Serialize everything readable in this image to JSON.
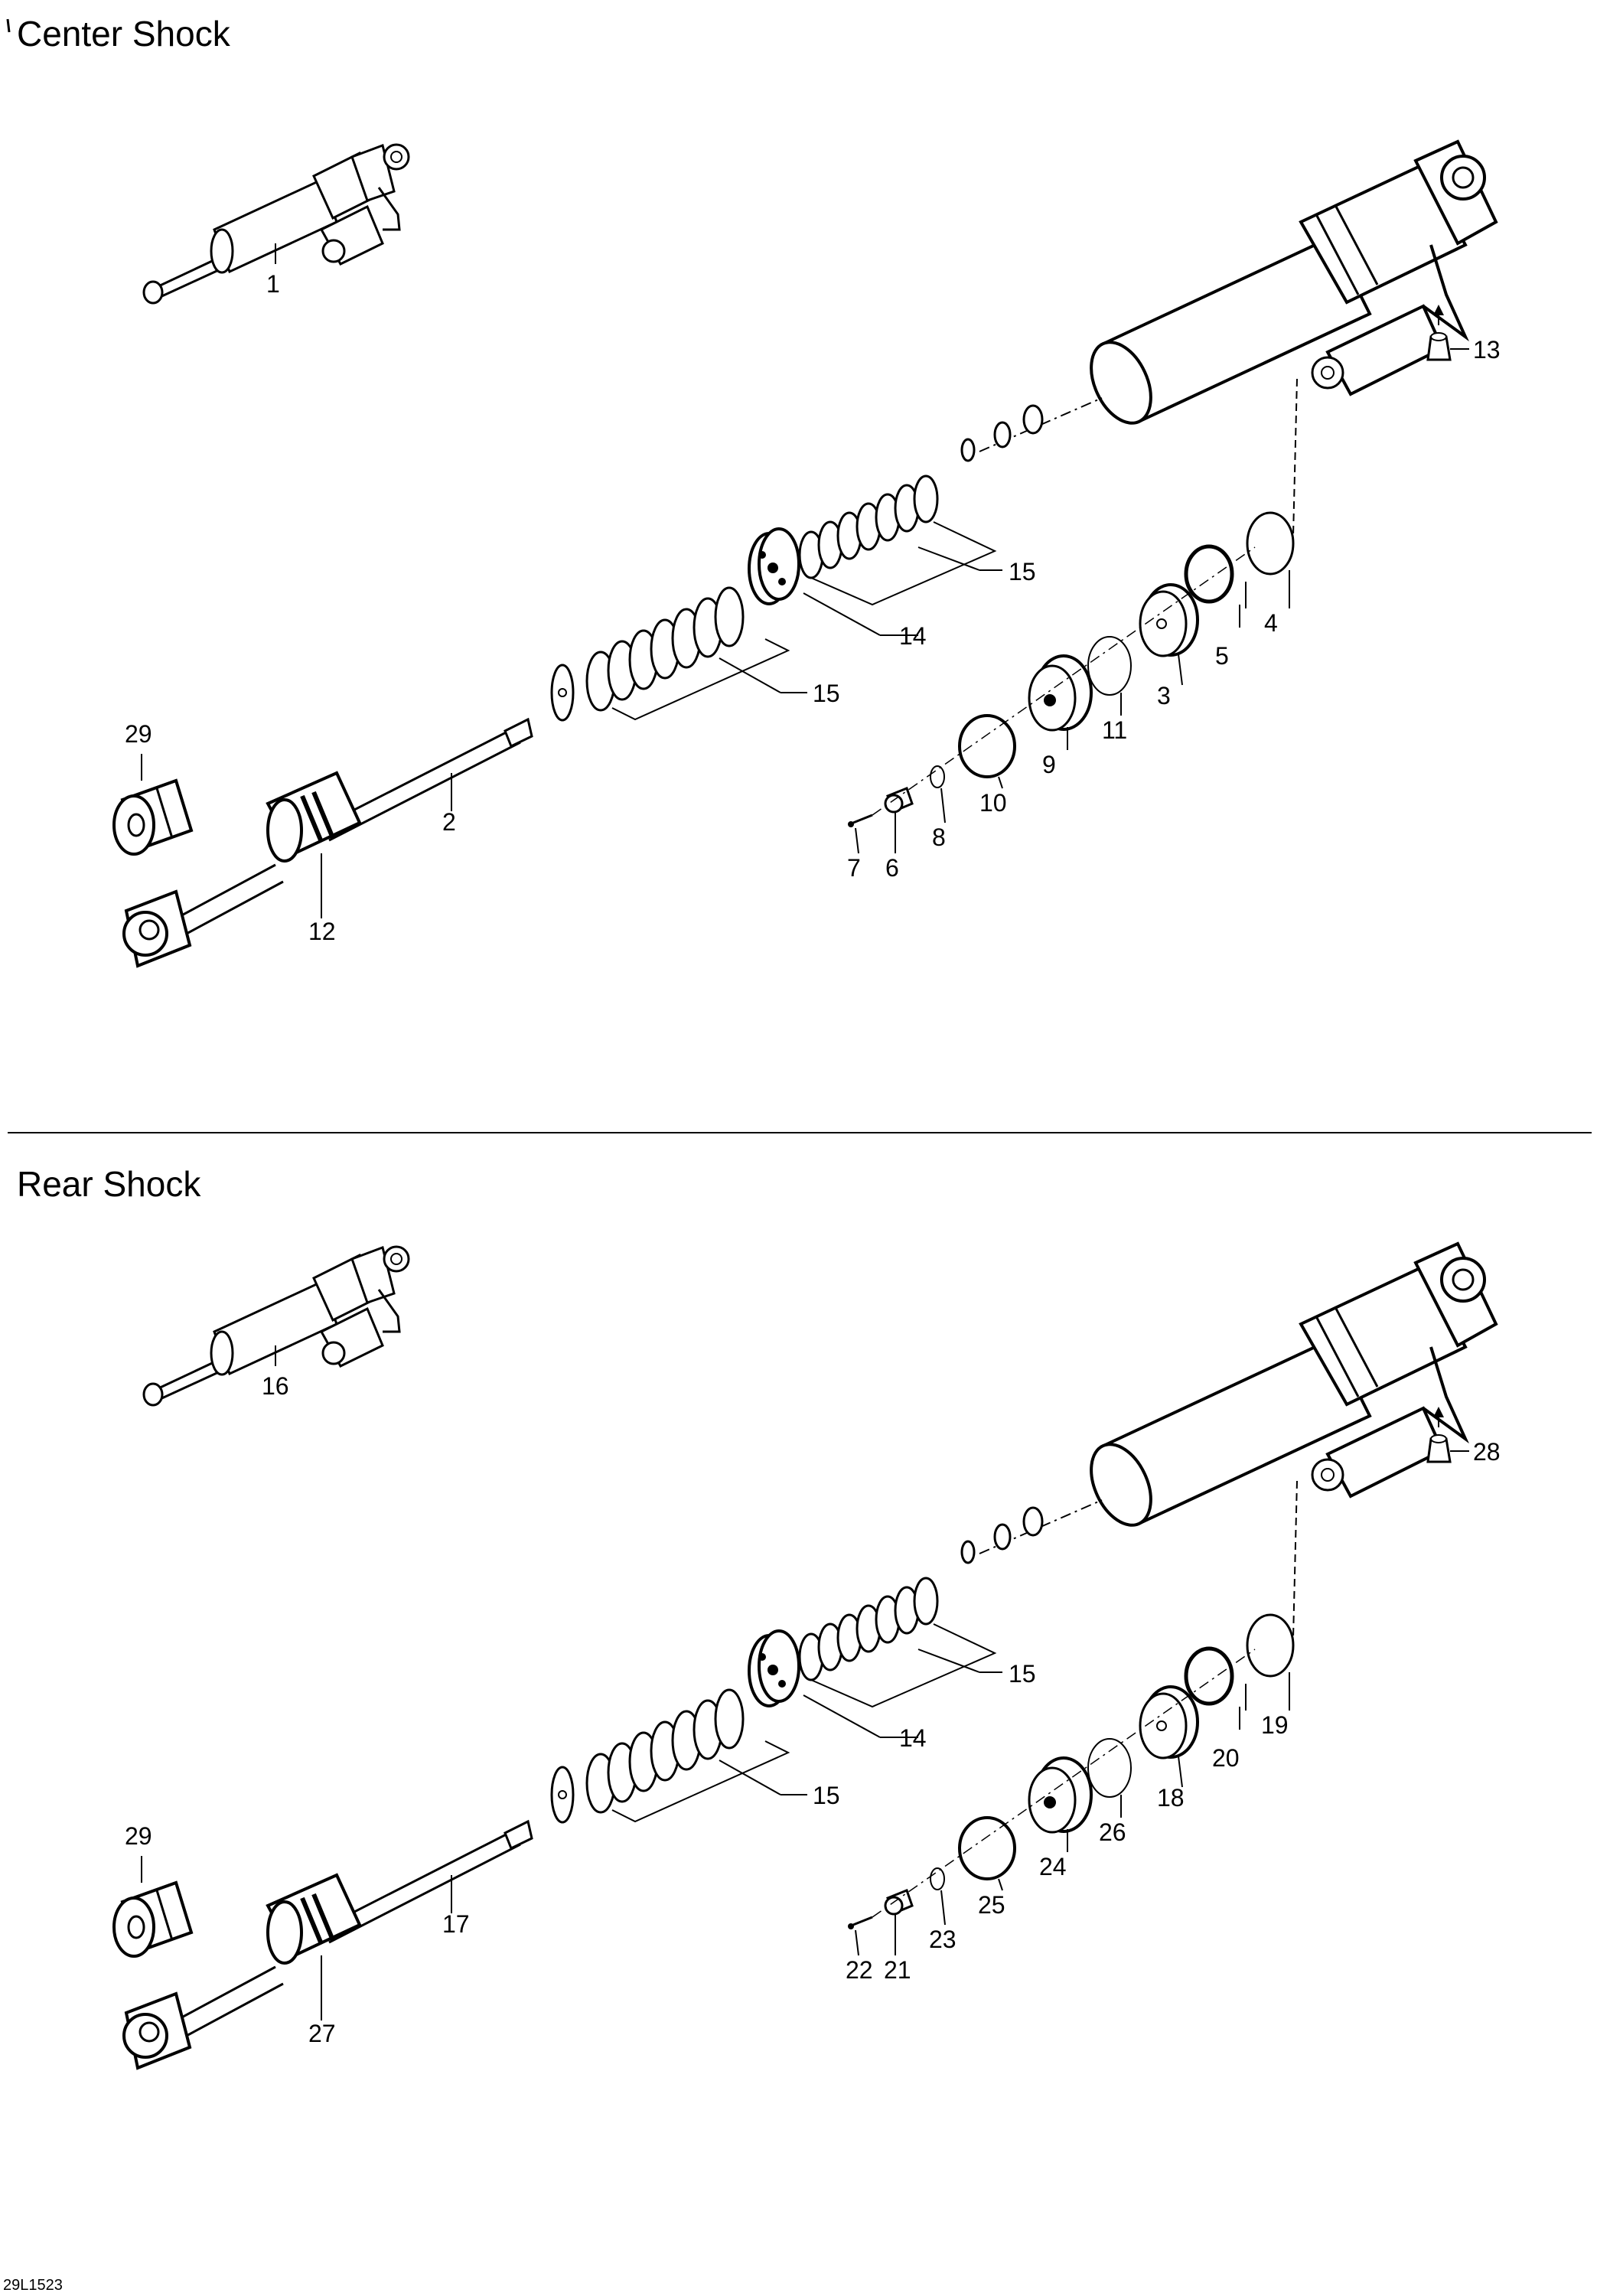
{
  "sections": [
    {
      "title": "Center Shock",
      "parts": [
        "1",
        "2",
        "3",
        "4",
        "5",
        "6",
        "7",
        "8",
        "9",
        "10",
        "11",
        "12",
        "13",
        "14",
        "15",
        "15",
        "29"
      ]
    },
    {
      "title": "Rear Shock",
      "parts": [
        "16",
        "17",
        "18",
        "19",
        "20",
        "21",
        "22",
        "23",
        "24",
        "25",
        "26",
        "27",
        "28",
        "14",
        "15",
        "15",
        "29"
      ]
    }
  ],
  "drawing_number": "29L1523",
  "colors": {
    "ink": "#000000",
    "paper": "#ffffff"
  }
}
